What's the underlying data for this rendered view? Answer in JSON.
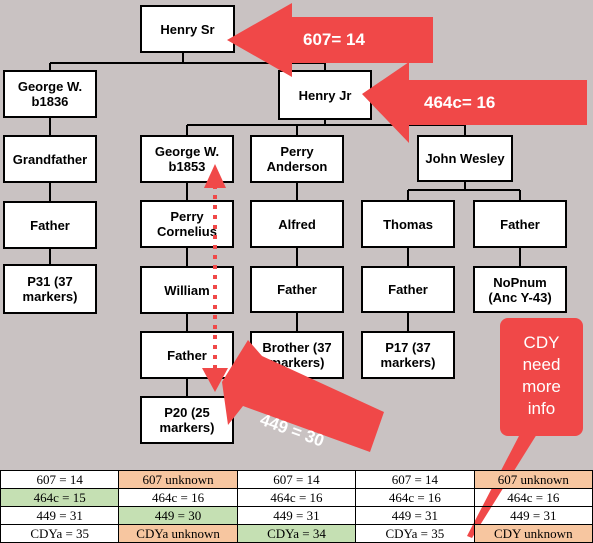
{
  "nodes": {
    "henry_sr": "Henry Sr",
    "henry_jr": "Henry Jr",
    "george_1836": "George W.\nb1836",
    "grandfather": "Grandfather",
    "father_l1": "Father",
    "p31": "P31 (37\nmarkers)",
    "george_1853": "George W.\nb1853",
    "perry_cornelius": "Perry\nCornelius",
    "william": "William",
    "father_l2": "Father",
    "p20": "P20 (25\nmarkers)",
    "perry_anderson": "Perry\nAnderson",
    "alfred": "Alfred",
    "father_l3": "Father",
    "brother": "Brother (37\nmarkers)",
    "john_wesley": "John Wesley",
    "thomas": "Thomas",
    "father_l4": "Father",
    "p17": "P17 (37\nmarkers)",
    "father_l5": "Father",
    "nopnum": "NoPnum\n(Anc Y-43)"
  },
  "annotations": {
    "arrow_607": "607= 14",
    "arrow_464c": "464c= 16",
    "arrow_449": "449 = 30",
    "cdy_callout": "CDY\nneed\nmore\ninfo"
  },
  "colors": {
    "arrow": "#f04848",
    "background": "#c9c2c2",
    "orange_cell": "#f7c6a0",
    "green_cell": "#c5e0b3"
  },
  "table": {
    "rows": [
      [
        {
          "text": "607 = 14"
        },
        {
          "text": "607 unknown",
          "color": "orange"
        },
        {
          "text": "607 = 14"
        },
        {
          "text": "607 = 14"
        },
        {
          "text": "607 unknown",
          "color": "orange"
        }
      ],
      [
        {
          "text": "464c = 15",
          "color": "green"
        },
        {
          "text": "464c = 16"
        },
        {
          "text": "464c = 16"
        },
        {
          "text": "464c = 16"
        },
        {
          "text": "464c = 16"
        }
      ],
      [
        {
          "text": "449 = 31"
        },
        {
          "text": "449 = 30",
          "color": "green"
        },
        {
          "text": "449 = 31"
        },
        {
          "text": "449 = 31"
        },
        {
          "text": "449 = 31"
        }
      ],
      [
        {
          "text": "CDYa = 35"
        },
        {
          "text": "CDYa unknown",
          "color": "orange"
        },
        {
          "text": "CDYa = 34",
          "color": "green"
        },
        {
          "text": "CDYa = 35"
        },
        {
          "text": "CDY unknown",
          "color": "orange"
        }
      ]
    ]
  }
}
